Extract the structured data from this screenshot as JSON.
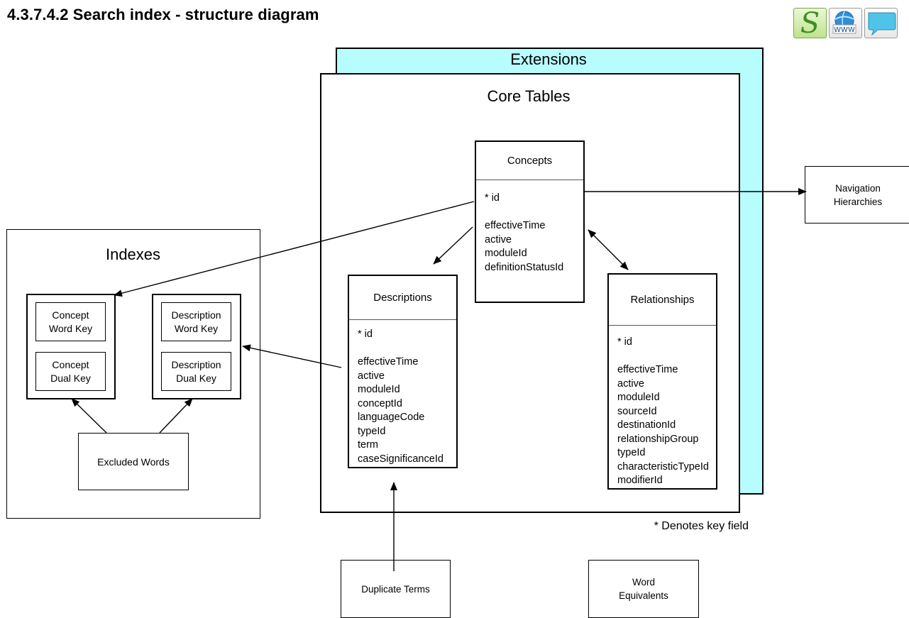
{
  "page": {
    "title": "4.3.7.4.2 Search index - structure diagram"
  },
  "toolbar": {
    "snomed_button_letter": "S",
    "www_label": "WWW",
    "icons": [
      "snomed-s-icon",
      "www-globe-icon",
      "speech-bubble-icon"
    ]
  },
  "colors": {
    "extensions_fill": "#b8fdfd",
    "line": "#000000"
  },
  "diagram": {
    "extensions_label": "Extensions",
    "core_label": "Core Tables",
    "indexes_label": "Indexes",
    "concepts": {
      "title": "Concepts",
      "key": "* id",
      "fields": [
        "effectiveTime",
        "active",
        "moduleId",
        "definitionStatusId"
      ]
    },
    "descriptions": {
      "title": "Descriptions",
      "key": "* id",
      "fields": [
        "effectiveTime",
        "active",
        "moduleId",
        "conceptId",
        "languageCode",
        "typeId",
        "term",
        "caseSignificanceId"
      ]
    },
    "relationships": {
      "title": "Relationships",
      "key": "* id",
      "fields": [
        "effectiveTime",
        "active",
        "moduleId",
        "sourceId",
        "destinationId",
        "relationshipGroup",
        "typeId",
        "characteristicTypeId",
        "modifierId"
      ]
    },
    "index_boxes": {
      "concept_word_key": "Concept\nWord Key",
      "concept_dual_key": "Concept\nDual Key",
      "description_word_key": "Description\nWord Key",
      "description_dual_key": "Description\nDual Key"
    },
    "excluded_words": "Excluded Words",
    "navigation_hierarchies": "Navigation\nHierarchies",
    "duplicate_terms": "Duplicate Terms",
    "word_equivalents": "Word\nEquivalents",
    "key_note": "* Denotes key field"
  }
}
